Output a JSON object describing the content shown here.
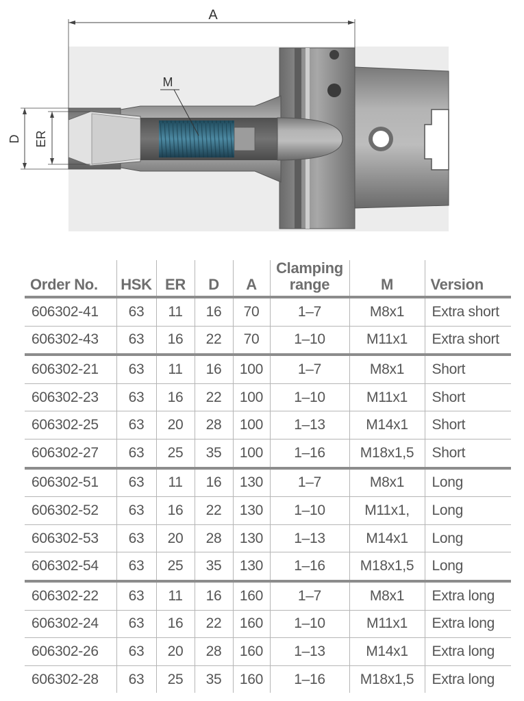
{
  "drawing": {
    "labels": {
      "A": "A",
      "M": "M",
      "D": "D",
      "ER": "ER"
    }
  },
  "table": {
    "headers": {
      "order_no": "Order No.",
      "hsk": "HSK",
      "er": "ER",
      "d": "D",
      "a": "A",
      "clamping_line1": "Clamping",
      "clamping_line2": "range",
      "m": "M",
      "version": "Version"
    },
    "rows": [
      {
        "order_no": "606302-41",
        "hsk": "63",
        "er": "11",
        "d": "16",
        "a": "70",
        "range": "1–7",
        "m": "M8x1",
        "version": "Extra short"
      },
      {
        "order_no": "606302-43",
        "hsk": "63",
        "er": "16",
        "d": "22",
        "a": "70",
        "range": "1–10",
        "m": "M11x1",
        "version": "Extra short"
      },
      {
        "order_no": "606302-21",
        "hsk": "63",
        "er": "11",
        "d": "16",
        "a": "100",
        "range": "1–7",
        "m": "M8x1",
        "version": "Short"
      },
      {
        "order_no": "606302-23",
        "hsk": "63",
        "er": "16",
        "d": "22",
        "a": "100",
        "range": "1–10",
        "m": "M11x1",
        "version": "Short"
      },
      {
        "order_no": "606302-25",
        "hsk": "63",
        "er": "20",
        "d": "28",
        "a": "100",
        "range": "1–13",
        "m": "M14x1",
        "version": "Short"
      },
      {
        "order_no": "606302-27",
        "hsk": "63",
        "er": "25",
        "d": "35",
        "a": "100",
        "range": "1–16",
        "m": "M18x1,5",
        "version": "Short"
      },
      {
        "order_no": "606302-51",
        "hsk": "63",
        "er": "11",
        "d": "16",
        "a": "130",
        "range": "1–7",
        "m": "M8x1",
        "version": "Long"
      },
      {
        "order_no": "606302-52",
        "hsk": "63",
        "er": "16",
        "d": "22",
        "a": "130",
        "range": "1–10",
        "m": "M11x1,",
        "version": "Long"
      },
      {
        "order_no": "606302-53",
        "hsk": "63",
        "er": "20",
        "d": "28",
        "a": "130",
        "range": "1–13",
        "m": "M14x1",
        "version": "Long"
      },
      {
        "order_no": "606302-54",
        "hsk": "63",
        "er": "25",
        "d": "35",
        "a": "130",
        "range": "1–16",
        "m": "M18x1,5",
        "version": "Long"
      },
      {
        "order_no": "606302-22",
        "hsk": "63",
        "er": "11",
        "d": "16",
        "a": "160",
        "range": "1–7",
        "m": "M8x1",
        "version": "Extra long"
      },
      {
        "order_no": "606302-24",
        "hsk": "63",
        "er": "16",
        "d": "22",
        "a": "160",
        "range": "1–10",
        "m": "M11x1",
        "version": "Extra long"
      },
      {
        "order_no": "606302-26",
        "hsk": "63",
        "er": "20",
        "d": "28",
        "a": "160",
        "range": "1–13",
        "m": "M14x1",
        "version": "Extra long"
      },
      {
        "order_no": "606302-28",
        "hsk": "63",
        "er": "25",
        "d": "35",
        "a": "160",
        "range": "1–16",
        "m": "M18x1,5",
        "version": "Extra long"
      }
    ]
  }
}
